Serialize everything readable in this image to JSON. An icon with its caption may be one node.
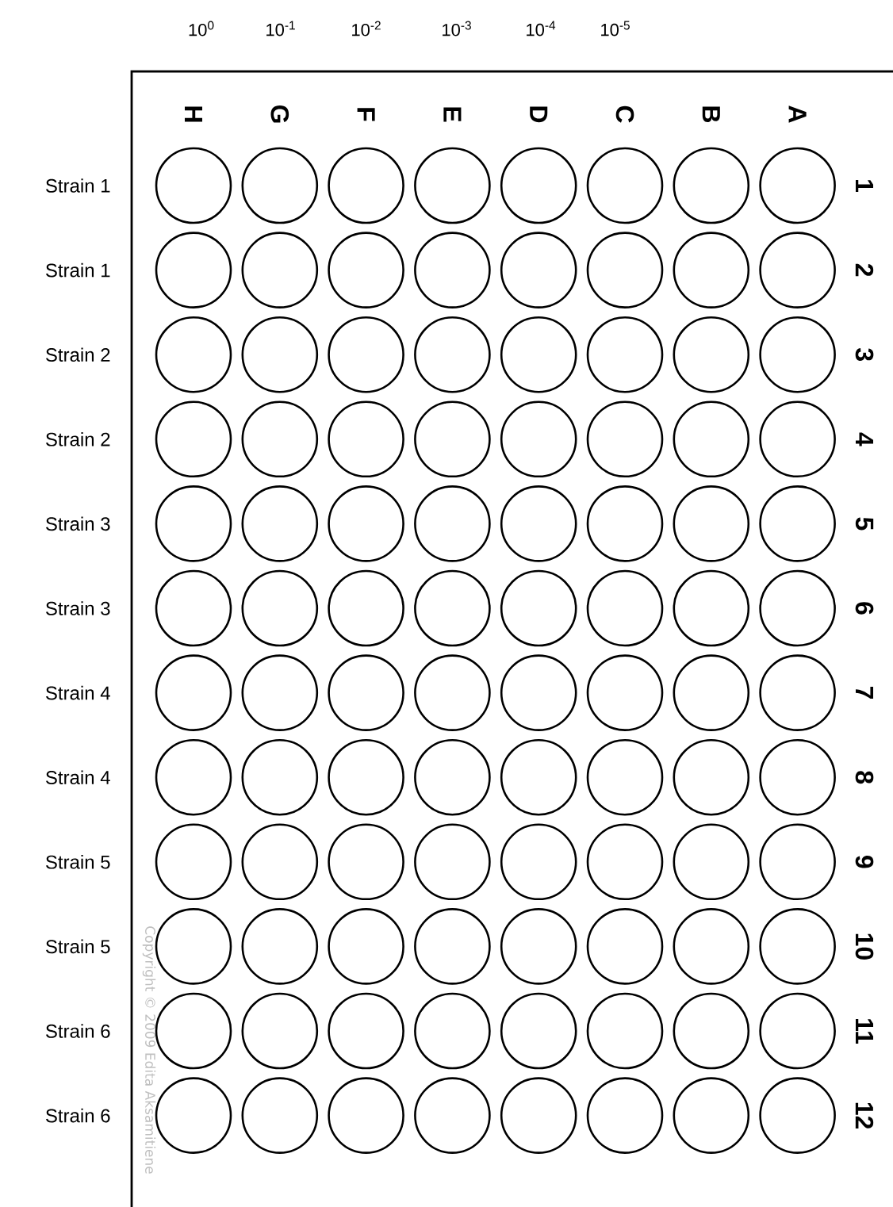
{
  "diagram": {
    "labels": [
      "10$^{0}$",
      "10$^{-1}$",
      "10$^{-2}$",
      "10$^{-3}$",
      "10$^{-4}$",
      "10$^{-5}$",
      "H",
      "G",
      "F",
      "E",
      "D",
      "C",
      "B",
      "A",
      "Strain 1",
      "1",
      "Strain 1",
      "2",
      "Strain 2",
      "3",
      "Strain 2",
      "4",
      "Strain 3",
      "5",
      "Strain 3",
      "6",
      "Strain 4",
      "7",
      "Strain 4",
      "8",
      "Strain 5",
      "9",
      "Strain 5",
      "10",
      "Strain 6",
      "11",
      "Strain 6",
      "12",
      "Copyright © 2009 Edita Aksamitiene"
    ]
  }
}
